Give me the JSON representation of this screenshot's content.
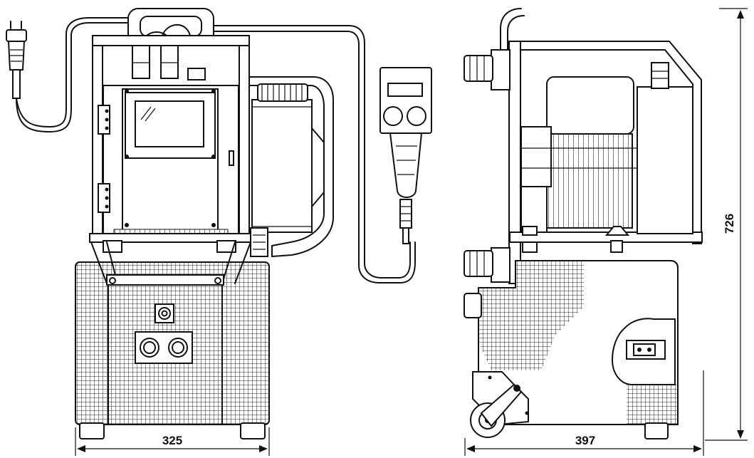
{
  "dimensions": {
    "front_width": "325",
    "side_width": "397",
    "height": "726"
  }
}
